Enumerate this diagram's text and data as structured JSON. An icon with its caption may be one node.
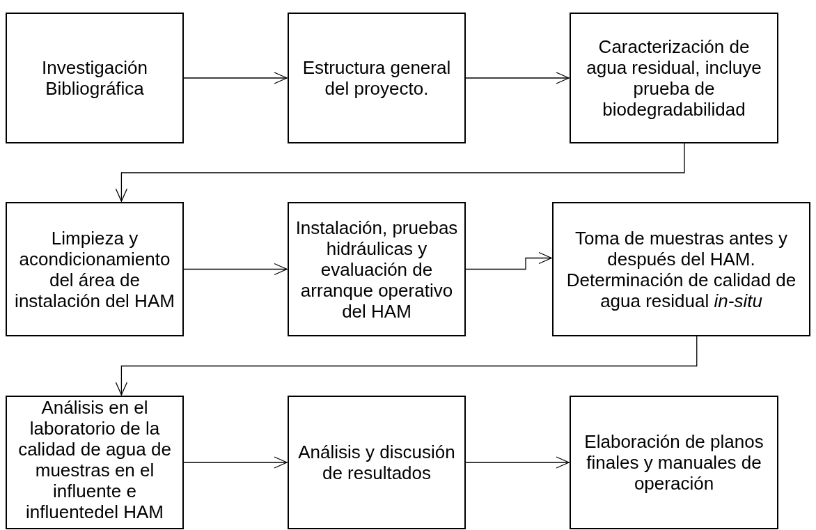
{
  "diagram": {
    "nodes": [
      {
        "text": [
          "Investigación Bibliográfica"
        ]
      },
      {
        "text": [
          "Estructura general del proyecto."
        ]
      },
      {
        "text": [
          "Caracterización de agua residual, incluye prueba de biodegradabilidad"
        ]
      },
      {
        "text": [
          "Limpieza y acondicionamiento del área de instalación del HAM"
        ]
      },
      {
        "text": [
          "Instalación, pruebas hidráulicas y evaluación de arranque operativo del HAM"
        ]
      },
      {
        "text": [
          "Toma de muestras antes y después del HAM. Determinación de calidad de agua residual *in-situ*"
        ]
      },
      {
        "text": [
          "Análisis en el laboratorio de la calidad de agua de muestras en el influente e influentedel HAM"
        ]
      },
      {
        "text": [
          "Análisis y discusión de resultados"
        ]
      },
      {
        "text": [
          "Elaboración de planos finales y manuales de operación"
        ]
      }
    ],
    "edges": [
      {
        "from": 0,
        "to": 1,
        "arrow": "to"
      },
      {
        "from": 1,
        "to": 2,
        "arrow": "to"
      },
      {
        "from": 2,
        "to": 3,
        "arrow": "to"
      },
      {
        "from": 3,
        "to": 4,
        "arrow": "to"
      },
      {
        "from": 4,
        "to": 5,
        "arrow": "to"
      },
      {
        "from": 5,
        "to": 6,
        "arrow": "to"
      },
      {
        "from": 6,
        "to": 7,
        "arrow": "to"
      },
      {
        "from": 7,
        "to": 8,
        "arrow": "to"
      }
    ]
  }
}
